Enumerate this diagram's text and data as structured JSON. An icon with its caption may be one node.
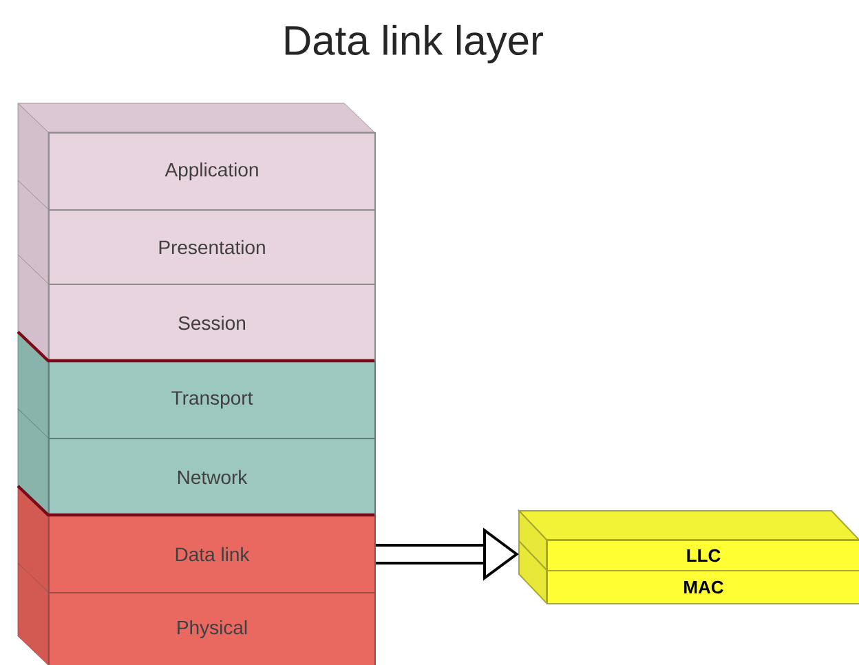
{
  "diagram": {
    "title": "Data link layer",
    "nodes": [
      {
        "text": [
          "Application"
        ]
      },
      {
        "text": [
          "Presentation"
        ]
      },
      {
        "text": [
          "Session"
        ]
      },
      {
        "text": [
          "Transport"
        ]
      },
      {
        "text": [
          "Network"
        ]
      },
      {
        "text": [
          "Data link"
        ]
      },
      {
        "text": [
          "Physical"
        ]
      },
      {
        "text": [],
        "shape": "box"
      },
      {
        "text": [
          "LLC"
        ],
        "in": 7
      },
      {
        "text": [
          "MAC"
        ],
        "in": 7
      }
    ],
    "edges": [
      {
        "from": 5,
        "to": 7,
        "arrow": "to"
      }
    ]
  }
}
